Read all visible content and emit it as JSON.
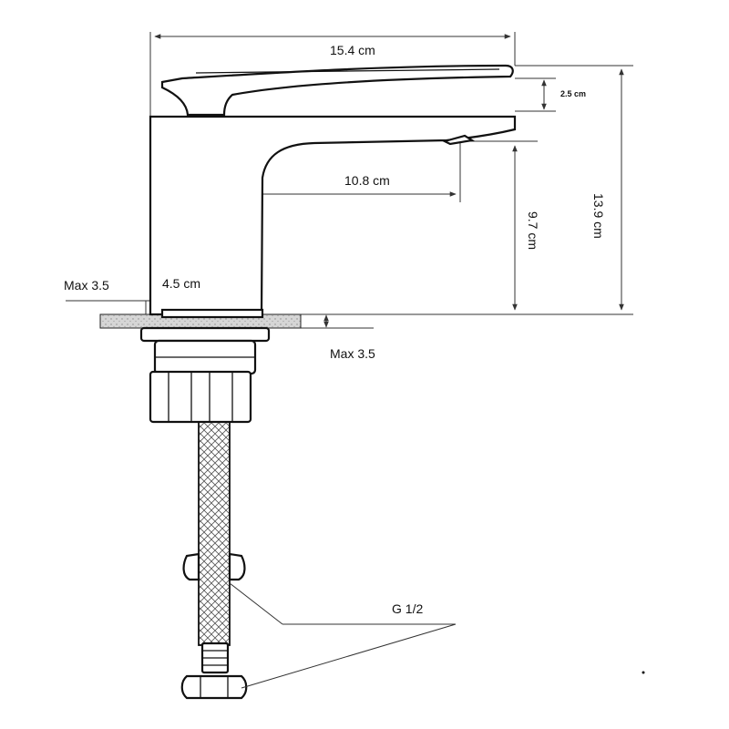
{
  "dimensions": {
    "overall_length": "15.4 cm",
    "lever_height": "2.5 cm",
    "total_height": "13.9 cm",
    "spout_reach": "10.8 cm",
    "spout_height": "9.7 cm",
    "base_diameter": "4.5 cm",
    "max_deck_left": "Max 3.5",
    "max_deck_right": "Max 3.5",
    "connection_thread": "G 1/2"
  },
  "colors": {
    "line": "#111111",
    "dimension_line": "#333333",
    "deck_fill": "#d6d6d6",
    "background": "#ffffff"
  }
}
